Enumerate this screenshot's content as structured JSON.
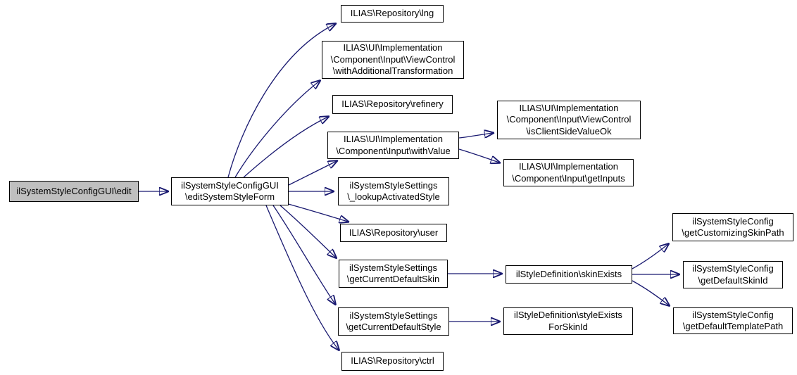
{
  "diagram": {
    "type": "doxygen-call-graph",
    "colors": {
      "edge": "#191970",
      "node_border": "#000000",
      "node_fill": "#ffffff",
      "highlight_fill": "#bfbfbf",
      "text": "#000000",
      "background": "#ffffff"
    },
    "nodes": {
      "edit": {
        "lines": [
          "ilSystemStyleConfigGUI\\edit"
        ],
        "highlighted": true
      },
      "editSystemStyleForm": {
        "lines": [
          "ilSystemStyleConfigGUI",
          "\\editSystemStyleForm"
        ]
      },
      "lng": {
        "lines": [
          "ILIAS\\Repository\\lng"
        ]
      },
      "withAdditionalTransformation": {
        "lines": [
          "ILIAS\\UI\\Implementation",
          "\\Component\\Input\\ViewControl",
          "\\withAdditionalTransformation"
        ]
      },
      "refinery": {
        "lines": [
          "ILIAS\\Repository\\refinery"
        ]
      },
      "withValue": {
        "lines": [
          "ILIAS\\UI\\Implementation",
          "\\Component\\Input\\withValue"
        ]
      },
      "isClientSideValueOk": {
        "lines": [
          "ILIAS\\UI\\Implementation",
          "\\Component\\Input\\ViewControl",
          "\\isClientSideValueOk"
        ]
      },
      "getInputs": {
        "lines": [
          "ILIAS\\UI\\Implementation",
          "\\Component\\Input\\getInputs"
        ]
      },
      "lookupActivatedStyle": {
        "lines": [
          "ilSystemStyleSettings",
          "\\_lookupActivatedStyle"
        ]
      },
      "user": {
        "lines": [
          "ILIAS\\Repository\\user"
        ]
      },
      "getCurrentDefaultSkin": {
        "lines": [
          "ilSystemStyleSettings",
          "\\getCurrentDefaultSkin"
        ]
      },
      "getCurrentDefaultStyle": {
        "lines": [
          "ilSystemStyleSettings",
          "\\getCurrentDefaultStyle"
        ]
      },
      "ctrl": {
        "lines": [
          "ILIAS\\Repository\\ctrl"
        ]
      },
      "skinExists": {
        "lines": [
          "ilStyleDefinition\\skinExists"
        ]
      },
      "styleExistsForSkinId": {
        "lines": [
          "ilStyleDefinition\\styleExists",
          "ForSkinId"
        ]
      },
      "getCustomizingSkinPath": {
        "lines": [
          "ilSystemStyleConfig",
          "\\getCustomizingSkinPath"
        ]
      },
      "getDefaultSkinId": {
        "lines": [
          "ilSystemStyleConfig",
          "\\getDefaultSkinId"
        ]
      },
      "getDefaultTemplatePath": {
        "lines": [
          "ilSystemStyleConfig",
          "\\getDefaultTemplatePath"
        ]
      }
    },
    "edges": [
      {
        "from": "edit",
        "to": "editSystemStyleForm"
      },
      {
        "from": "editSystemStyleForm",
        "to": "lng"
      },
      {
        "from": "editSystemStyleForm",
        "to": "withAdditionalTransformation"
      },
      {
        "from": "editSystemStyleForm",
        "to": "refinery"
      },
      {
        "from": "editSystemStyleForm",
        "to": "withValue"
      },
      {
        "from": "editSystemStyleForm",
        "to": "lookupActivatedStyle"
      },
      {
        "from": "editSystemStyleForm",
        "to": "user"
      },
      {
        "from": "editSystemStyleForm",
        "to": "getCurrentDefaultSkin"
      },
      {
        "from": "editSystemStyleForm",
        "to": "getCurrentDefaultStyle"
      },
      {
        "from": "editSystemStyleForm",
        "to": "ctrl"
      },
      {
        "from": "withValue",
        "to": "isClientSideValueOk"
      },
      {
        "from": "withValue",
        "to": "getInputs"
      },
      {
        "from": "getCurrentDefaultSkin",
        "to": "skinExists"
      },
      {
        "from": "getCurrentDefaultStyle",
        "to": "styleExistsForSkinId"
      },
      {
        "from": "skinExists",
        "to": "getCustomizingSkinPath"
      },
      {
        "from": "skinExists",
        "to": "getDefaultSkinId"
      },
      {
        "from": "skinExists",
        "to": "getDefaultTemplatePath"
      }
    ]
  }
}
